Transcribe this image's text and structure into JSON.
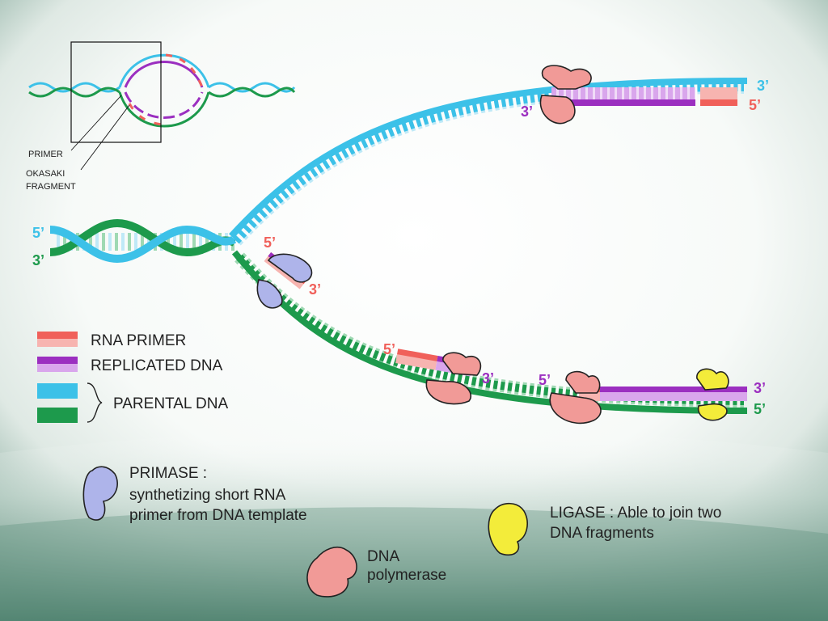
{
  "colors": {
    "parental_top": "#3cc1e8",
    "parental_bottom": "#1d9a4c",
    "rna_primer": "#f0605a",
    "replicated": "#9b2fc0",
    "primase": "#aeb4ea",
    "polymerase": "#f19a97",
    "ligase": "#f3ec3a"
  },
  "inset": {
    "primer_label": "PRIMER",
    "okazaki_line1": "OKASAKI",
    "okazaki_line2": "FRAGMENT"
  },
  "ends": {
    "helix_top": "5’",
    "helix_bottom": "3’",
    "leading_parental": "3’",
    "leading_new": "3’",
    "leading_primer": "5’",
    "primase_primer_5": "5’",
    "primase_primer_3": "3’",
    "okazaki1_5": "5’",
    "okazaki1_3": "3’",
    "okazaki2_5": "5’",
    "lagging_new_3": "3’",
    "lagging_parental_5": "5’"
  },
  "legend": {
    "rna_primer": "RNA PRIMER",
    "replicated_dna": "REPLICATED DNA",
    "parental_dna": "PARENTAL DNA"
  },
  "enzymes": {
    "primase_title": "PRIMASE :",
    "primase_line1": "synthetizing short RNA",
    "primase_line2": "primer from DNA template",
    "ligase_line1": "LIGASE : Able to join two",
    "ligase_line2": "DNA fragments",
    "polymerase_line1": "DNA",
    "polymerase_line2": "polymerase"
  }
}
